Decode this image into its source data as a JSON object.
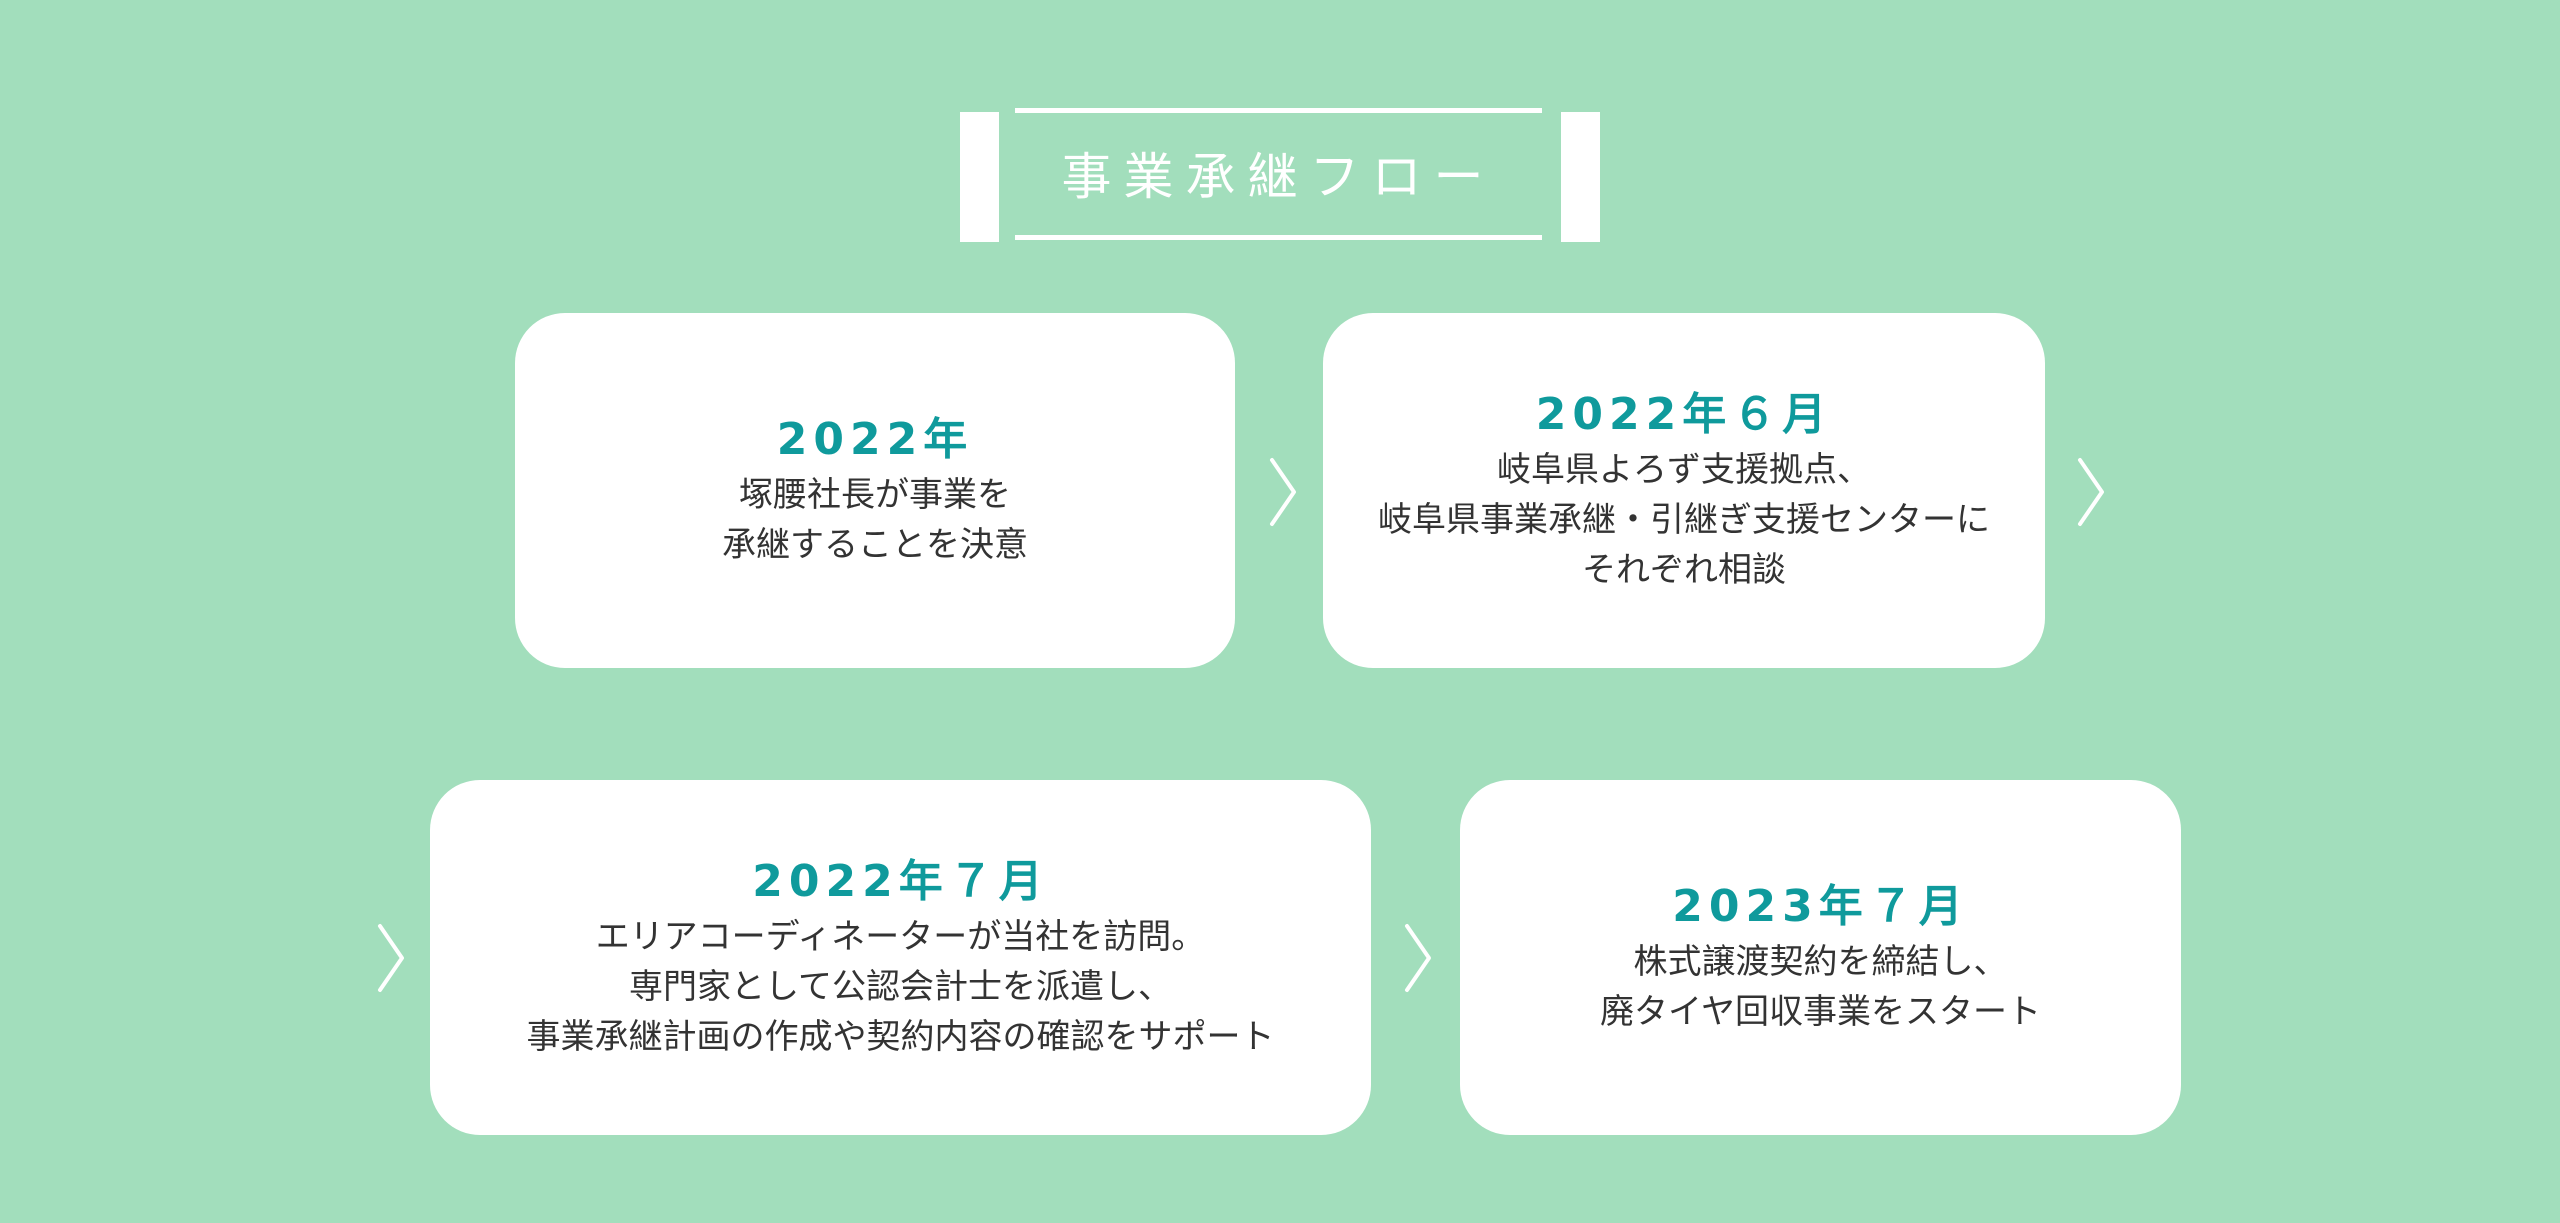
{
  "title": "事業承継フロー",
  "colors": {
    "background": "#a2debc",
    "card": "#ffffff",
    "accent": "#0f9a9c",
    "text": "#333333"
  },
  "steps": [
    {
      "date": "2022年",
      "text": "塚腰社長が事業を\n承継することを決意"
    },
    {
      "date": "2022年６月",
      "text": "岐阜県よろず支援拠点、\n岐阜県事業承継・引継ぎ支援センターに\nそれぞれ相談"
    },
    {
      "date": "2022年７月",
      "text": "エリアコーディネーターが当社を訪問。\n専門家として公認会計士を派遣し、\n事業承継計画の作成や契約内容の確認をサポート"
    },
    {
      "date": "2023年７月",
      "text": "株式譲渡契約を締結し、\n廃タイヤ回収事業をスタート"
    }
  ],
  "arrow_icon": "chevron-right-icon"
}
